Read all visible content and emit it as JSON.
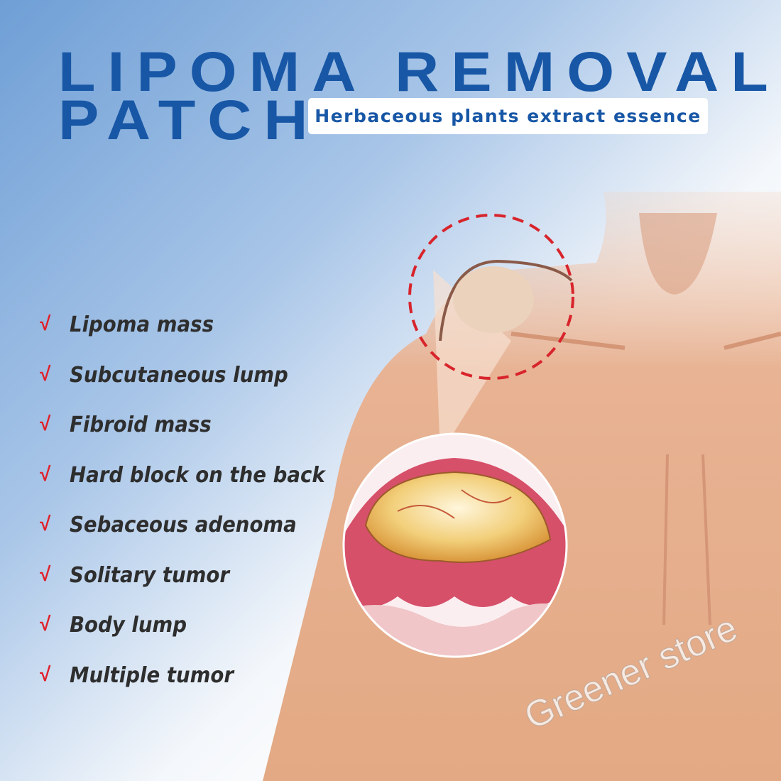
{
  "header": {
    "title_line1": "LIPOMA REMOVAL",
    "title_line2": "PATCH",
    "tagline": "Herbaceous plants extract essence"
  },
  "symptoms": {
    "check_mark": "√",
    "items": [
      "Lipoma mass",
      "Subcutaneous lump",
      "Fibroid mass",
      "Hard block on the back",
      "Sebaceous adenoma",
      "Solitary tumor",
      "Body lump",
      "Multiple tumor"
    ]
  },
  "watermark": "Greener store",
  "colors": {
    "title": "#1857a6",
    "check": "#e0202a",
    "skin": "#e6ae8b",
    "dashed_circle": "#d8242c"
  }
}
